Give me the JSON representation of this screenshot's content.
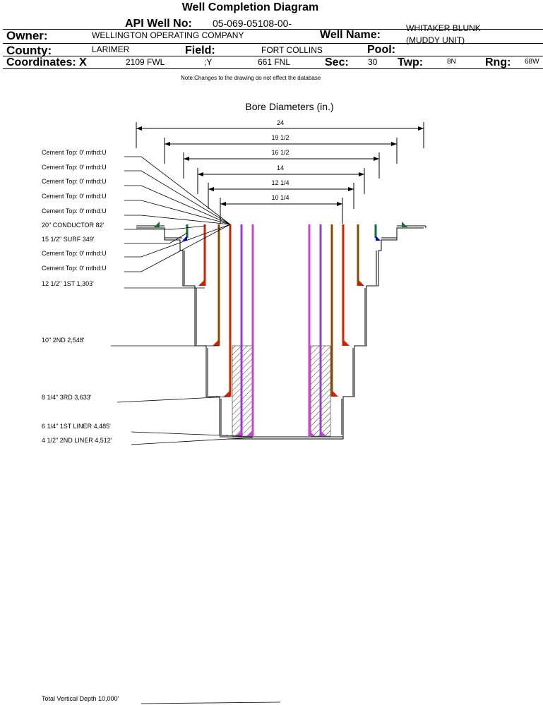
{
  "header": {
    "title": "Well Completion Diagram",
    "api_label": "API Well No:",
    "api_value": "05-069-05108-00-",
    "owner_label": "Owner:",
    "owner_value": "WELLINGTON OPERATING COMPANY",
    "well_name_label": "Well Name:",
    "well_name_line1": "WHITAKER BLUNK",
    "well_name_line2": "(MUDDY UNIT)",
    "county_label": "County:",
    "county_value": "LARIMER",
    "field_label": "Field:",
    "field_value": "FORT COLLINS",
    "pool_label": "Pool:",
    "pool_value": "",
    "coords_label": "Coordinates: X",
    "coord_x": "2109 FWL",
    "coord_y_label": ";Y",
    "coord_y": "661 FNL",
    "sec_label": "Sec:",
    "sec_value": "30",
    "twp_label": "Twp:",
    "twp_value": "8N",
    "rng_label": "Rng:",
    "rng_value": "68W"
  },
  "note": "Note:Changes to the drawing do not effect the database",
  "bore": {
    "title": "Bore Diameters (in.)",
    "dimensions": [
      "24",
      "19 1/2",
      "16 1/2",
      "14",
      "12 1/4",
      "10 1/4"
    ]
  },
  "annotations": [
    "Cement Top: 0' mthd:U",
    "Cement Top: 0' mthd:U",
    "Cement Top: 0' mthd:U",
    "Cement Top: 0' mthd:U",
    "Cement Top: 0' mthd:U",
    "20\" CONDUCTOR  82'",
    "15 1/2\" SURF       349'",
    "Cement Top: 0' mthd:U",
    "Cement Top: 0' mthd:U",
    "12 1/2\" 1ST        1,303'",
    "10\" 2ND          2,548'",
    "8 1/4\" 3RD       3,633'",
    "6 1/4\" 1ST LINER  4,485'",
    "4 1/2\" 2ND LINER  4,512'"
  ],
  "total_depth": "Total Vertical Depth 10,000'",
  "colors": {
    "conductor": "#1a6b3a",
    "surface": "#0000cc",
    "first": "#cc2200",
    "second": "#8b4a00",
    "third": "#cc2200",
    "liner1": "#9b3bcc",
    "liner2": "#cc44cc"
  }
}
